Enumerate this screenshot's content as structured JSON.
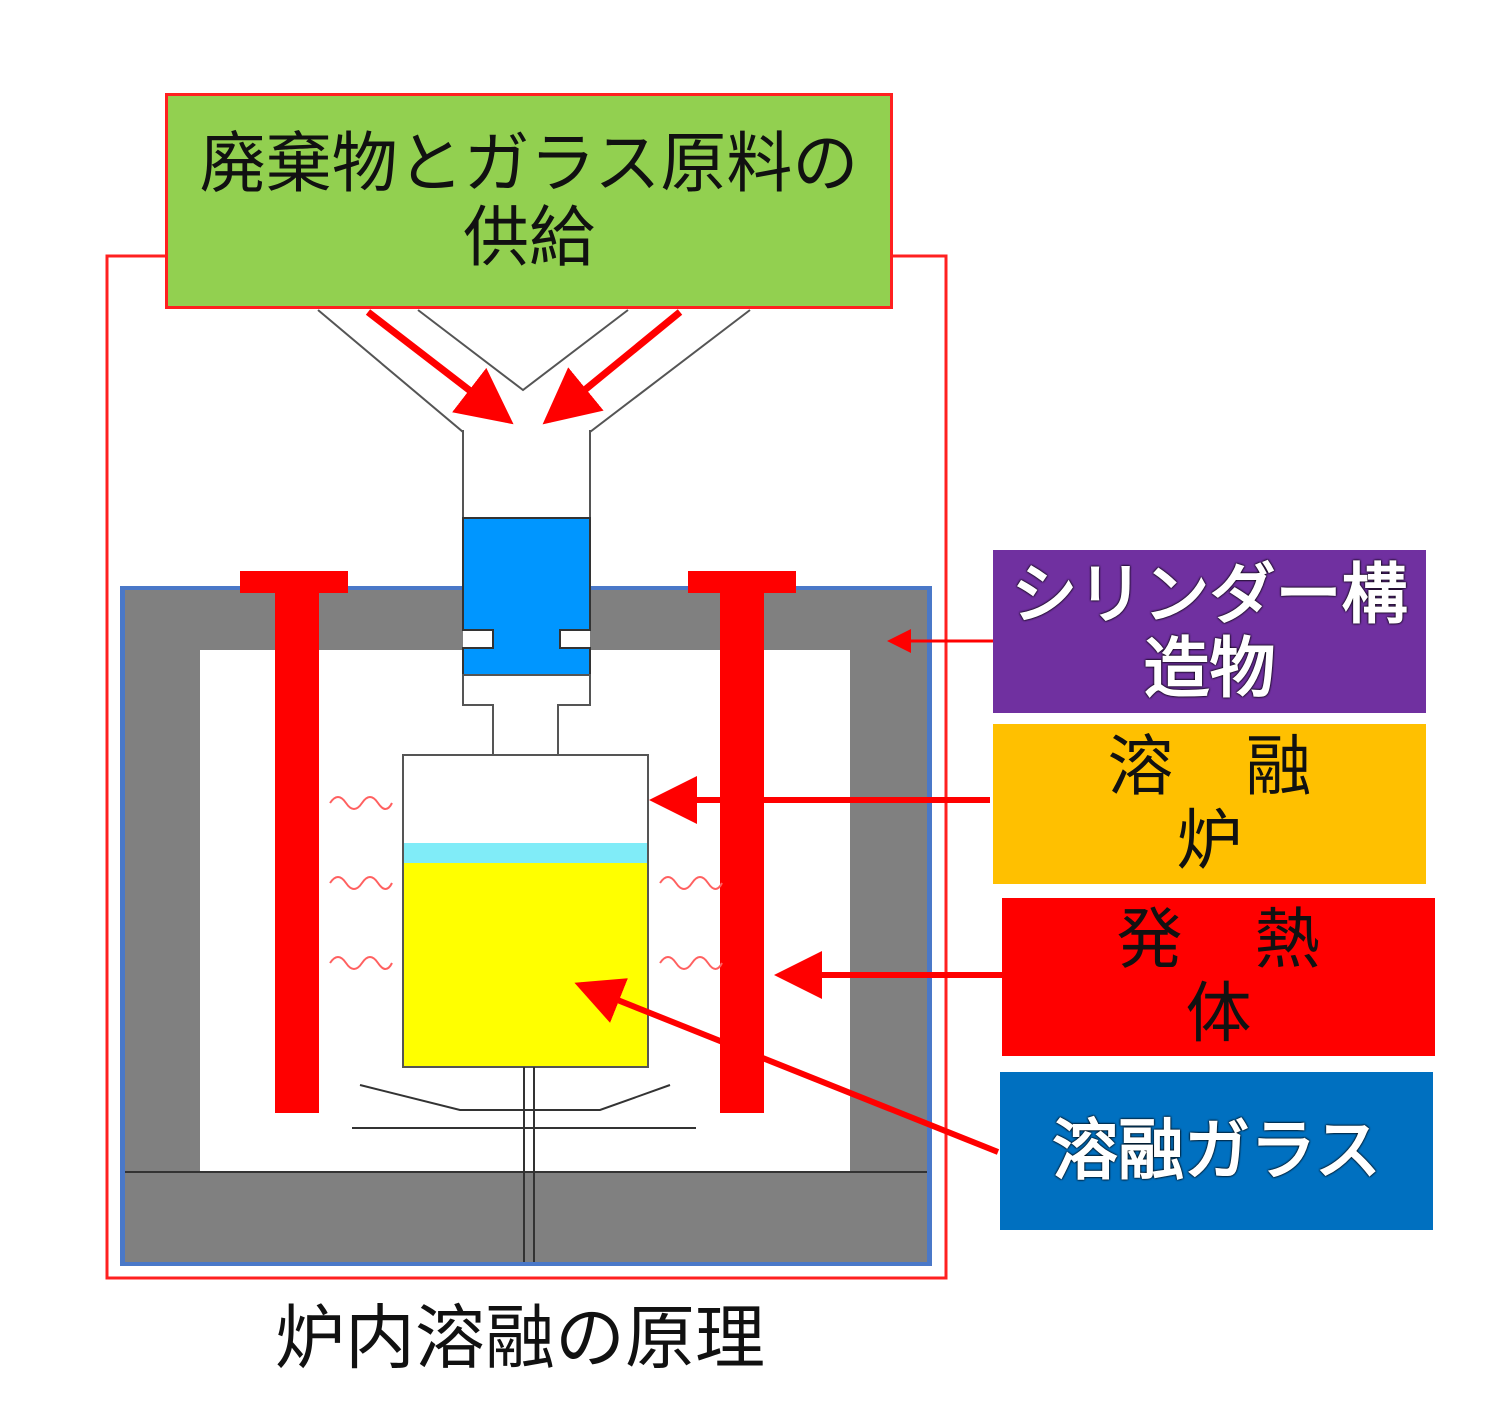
{
  "supply_label": "廃棄物とガラス原料の供給",
  "labels": {
    "cylinder": "シリンダー構造物",
    "melter": "溶融炉",
    "heater": "発熱体",
    "molten_glass": "溶融ガラス"
  },
  "caption": "炉内溶融の原理",
  "colors": {
    "supply_box": "#92d050",
    "outline": "#ff2020",
    "cylinder_box": "#7030a0",
    "melter_box": "#ffc000",
    "heater_box": "#ff0000",
    "glass_box": "#0070c0",
    "structure": "#808080",
    "feed_block": "#0096ff",
    "molten_glass": "#ffff00",
    "glass_surface": "#80ecf8"
  }
}
